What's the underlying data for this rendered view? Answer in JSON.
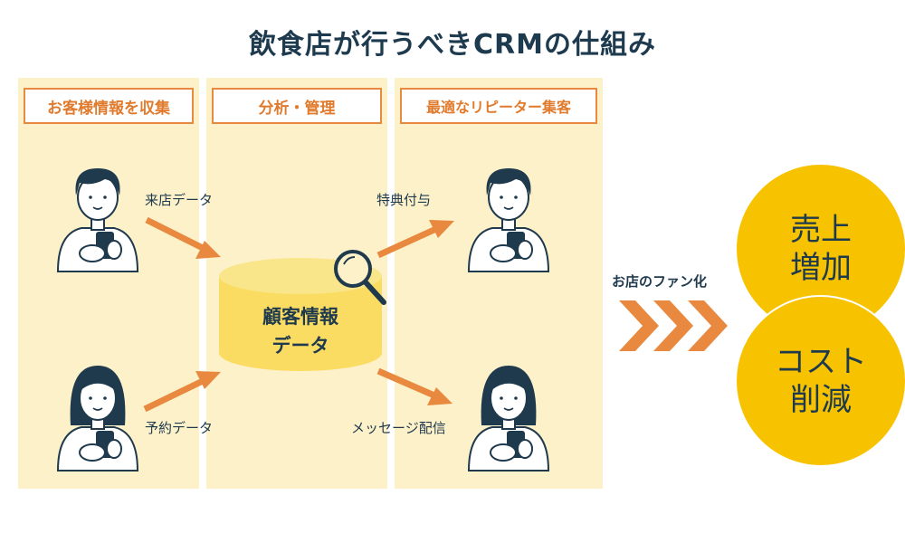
{
  "title": "飲食店が行うべきCRMの仕組み",
  "columns": [
    {
      "header": "お客様情報を収集"
    },
    {
      "header": "分析・管理"
    },
    {
      "header": "最適なリピーター集客"
    }
  ],
  "arrows": {
    "visit_data": "来店データ",
    "reservation_data": "予約データ",
    "special_offer": "特典付与",
    "message_delivery": "メッセージ配信"
  },
  "database": {
    "line1": "顧客情報",
    "line2": "データ"
  },
  "fan_label": "お店のファン化",
  "results": [
    {
      "line1": "売上",
      "line2": "増加"
    },
    {
      "line1": "コスト",
      "line2": "削減"
    }
  ],
  "colors": {
    "accent": "#e8893f",
    "column_bg": "#fdf1c9",
    "circle": "#f7c300",
    "db": "#fbdc63",
    "text": "#1f3a4d"
  }
}
